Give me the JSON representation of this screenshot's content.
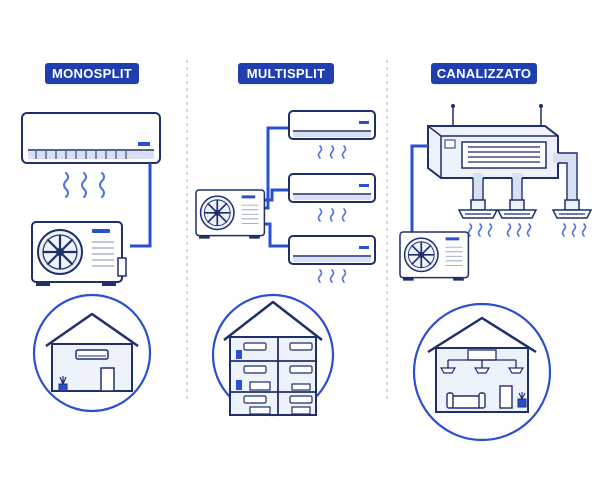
{
  "panels": [
    {
      "label": "MONOSPLIT"
    },
    {
      "label": "MULTISPLIT"
    },
    {
      "label": "CANALIZZATO"
    }
  ],
  "colors": {
    "accent": "#1f3fb0",
    "pipe": "#2a4fd1",
    "outline": "#1e2f6b",
    "fill_light": "#eef2fb",
    "airflow": "#5170e0"
  }
}
